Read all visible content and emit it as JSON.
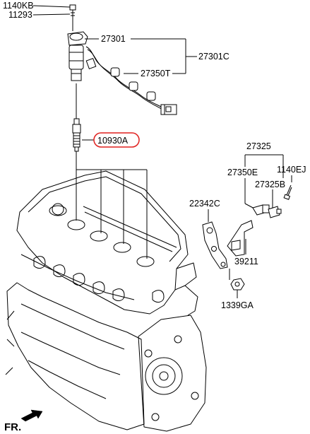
{
  "labels": {
    "bolt_1140kb": "1140KB",
    "bolt_11293": "11293",
    "coil_27301": "27301",
    "coil_assy_27301c": "27301C",
    "harness_27350t": "27350T",
    "spark_plug_10930a": "10930A",
    "sensor_assy_27325": "27325",
    "sensor_27350e": "27350E",
    "bolt_1140ej": "1140EJ",
    "sensor_27325b": "27325B",
    "bracket_22342c": "22342C",
    "bracket_39211": "39211",
    "bolt_1339ga": "1339GA",
    "front_indicator": "FR."
  },
  "colors": {
    "highlight_ring": "#e0201e",
    "line": "#000000",
    "background": "#ffffff"
  }
}
